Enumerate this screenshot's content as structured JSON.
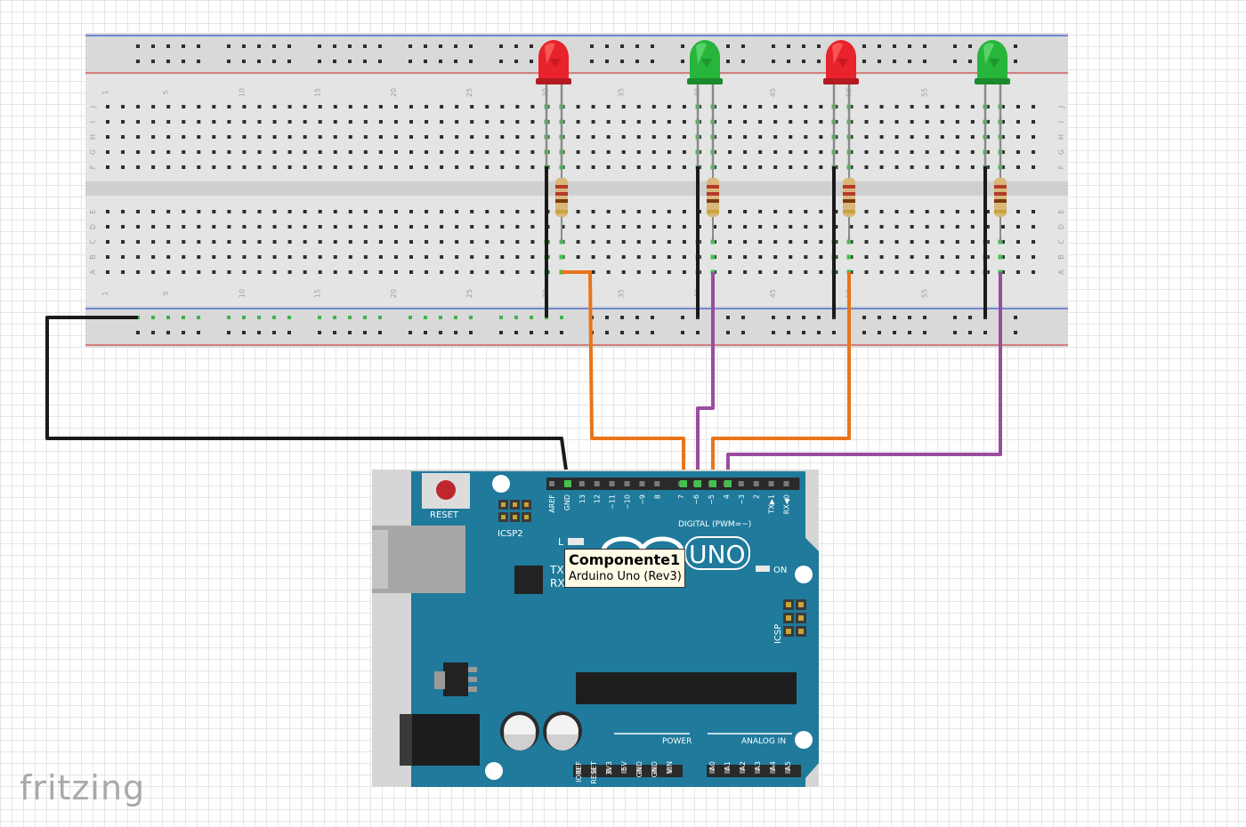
{
  "software": {
    "logo": "fritzing"
  },
  "breadboard": {
    "row_labels_top": [
      "J",
      "I",
      "H",
      "G",
      "F"
    ],
    "row_labels_bottom": [
      "E",
      "D",
      "C",
      "B",
      "A"
    ],
    "column_labels": [
      "1",
      "5",
      "10",
      "15",
      "20",
      "25",
      "30",
      "35",
      "40",
      "45",
      "50",
      "55"
    ]
  },
  "leds": [
    {
      "color": "red"
    },
    {
      "color": "green"
    },
    {
      "color": "red"
    },
    {
      "color": "green"
    }
  ],
  "wire_colors": {
    "ground": "#1a1a1a",
    "orange": "#e8751a",
    "purple": "#9b4ca0"
  },
  "arduino": {
    "board_color": "#1f7a9c",
    "labels": {
      "reset": "RESET",
      "icsp2": "ICSP2",
      "icsp": "ICSP",
      "digital": "DIGITAL (PWM=~)",
      "uno": "UNO",
      "on": "ON",
      "tx": "TX",
      "rx": "RX",
      "l": "L",
      "power": "POWER",
      "analog": "ANALOG IN"
    },
    "digital_pins": [
      "AREF",
      "GND",
      "13",
      "12",
      "~11",
      "~10",
      "~9",
      "8",
      "7",
      "~6",
      "~5",
      "4",
      "~3",
      "2",
      "TX▶1",
      "RX◀0"
    ],
    "power_pins": [
      "IOREF",
      "RESET",
      "3V3",
      "5V",
      "GND",
      "GND",
      "VIN"
    ],
    "analog_pins": [
      "A0",
      "A1",
      "A2",
      "A3",
      "A4",
      "A5"
    ]
  },
  "tooltip": {
    "title": "Componente1",
    "subtitle": "Arduino Uno (Rev3)"
  }
}
